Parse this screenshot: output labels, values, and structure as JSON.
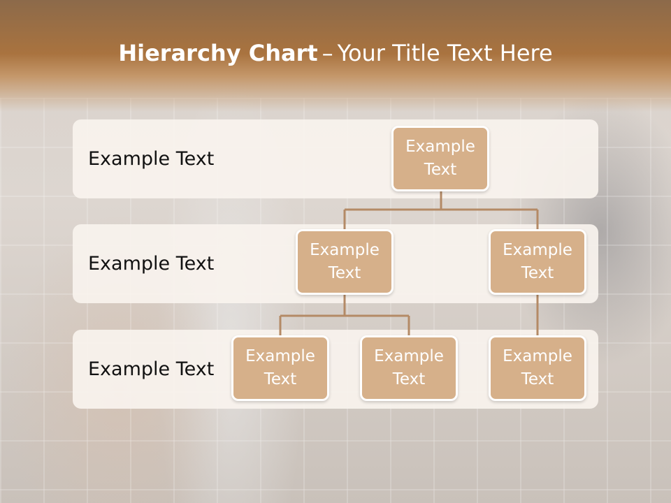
{
  "title": {
    "bold": "Hierarchy Chart",
    "separator": "–",
    "rest": "Your Title Text Here"
  },
  "rows": [
    {
      "label": "Example Text"
    },
    {
      "label": "Example Text"
    },
    {
      "label": "Example Text"
    }
  ],
  "nodes": {
    "root": "Example Text",
    "level2_left": "Example Text",
    "level2_right": "Example Text",
    "level3_a": "Example Text",
    "level3_b": "Example Text",
    "level3_c": "Example Text"
  },
  "colors": {
    "title_band": "#a9733f",
    "node_fill": "#d6b08a",
    "connector": "#b48a66",
    "row_fill": "#f8f3ee"
  }
}
